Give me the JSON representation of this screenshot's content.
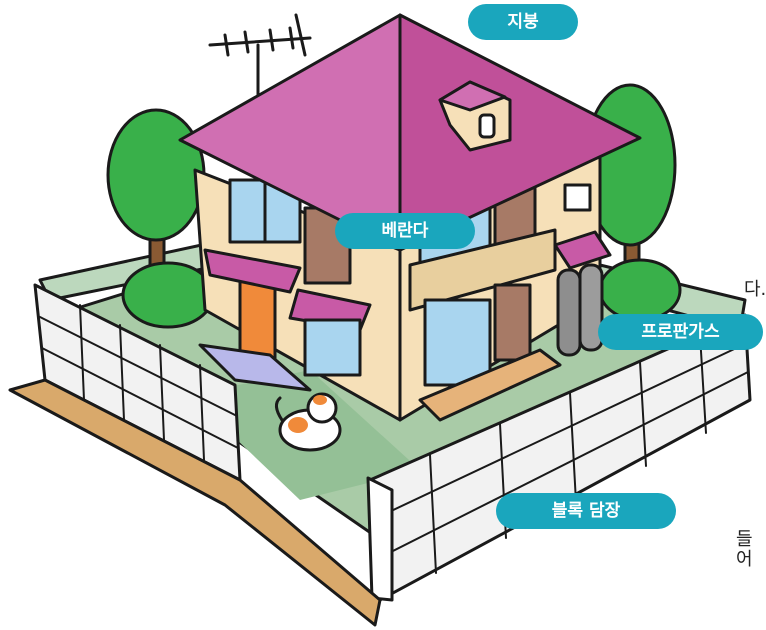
{
  "labels": {
    "roof": "지붕",
    "veranda": "베란다",
    "propane": "프로판가스",
    "block_wall": "블록 담장"
  },
  "edge_text": {
    "top_fragment": "다.",
    "bottom_fragment": "들어"
  },
  "colors": {
    "label_bg": "#1aa6bd",
    "roof": "#c85aa6",
    "wall": "#f6e0b8",
    "window": "#a9d5ef",
    "yard": "#a9cba7",
    "tree": "#39b04a"
  }
}
